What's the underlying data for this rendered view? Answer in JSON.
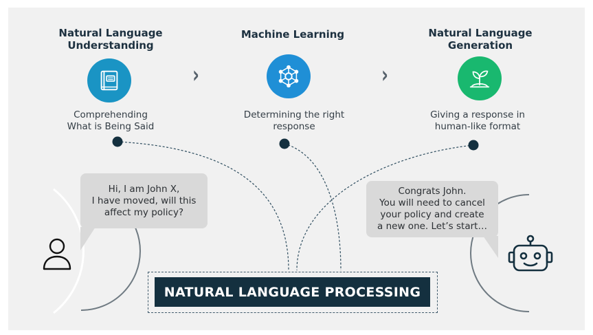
{
  "stages": [
    {
      "title_lines": [
        "Natural Language",
        "Understanding"
      ],
      "description_lines": [
        "Comprehending",
        "What is Being Said"
      ],
      "icon": "book-icon",
      "color": "#1a94c4"
    },
    {
      "title_lines": [
        "Machine Learning"
      ],
      "description_lines": [
        "Determining the right",
        "response"
      ],
      "icon": "network-graph-icon",
      "color": "#1f8fd6"
    },
    {
      "title_lines": [
        "Natural Language",
        "Generation"
      ],
      "description_lines": [
        "Giving a response in",
        "human-like format"
      ],
      "icon": "plant-sprout-icon",
      "color": "#19b86f"
    }
  ],
  "user_message_lines": [
    "Hi, I am John X,",
    "I have moved, will this",
    "affect my policy?"
  ],
  "bot_message_lines": [
    "Congrats John.",
    "You will need to cancel",
    "your policy and create",
    "a new one. Let’s start…"
  ],
  "core_label": "NATURAL LANGUAGE PROCESSING",
  "colors": {
    "navy": "#14303f",
    "panel_background": "#f1f1f1",
    "bubble": "#d9d9d9"
  },
  "icons": {
    "user": "person-icon",
    "bot": "robot-icon",
    "arrow": "chevron-right-icon"
  }
}
